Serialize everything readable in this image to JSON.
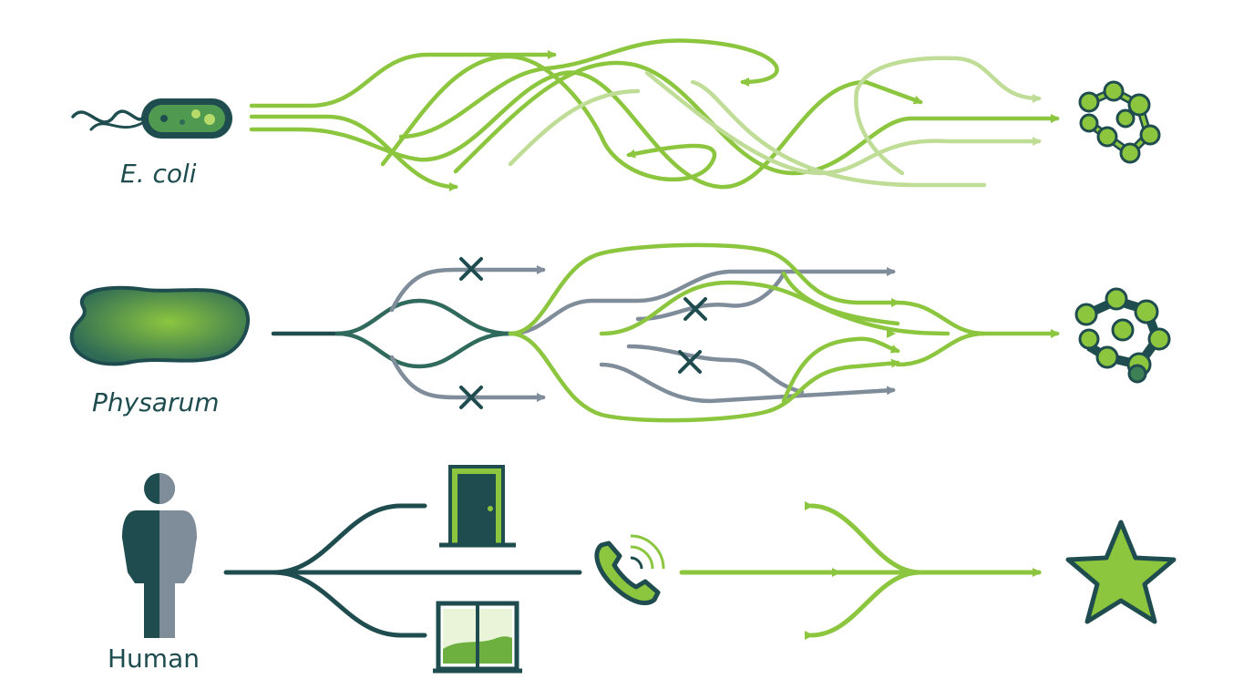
{
  "colors": {
    "dark_teal": "#1f4d4f",
    "mid_green": "#3e7f55",
    "bright_green": "#8cc63f",
    "pale_green": "#b9da8c",
    "gray": "#7f8c99"
  },
  "rows": [
    {
      "organism": "E. coli",
      "organism_icon": "bacterium-icon",
      "pathway": "random tangled paths",
      "target_icon": "molecule-cluster-icon"
    },
    {
      "organism": "Physarum",
      "organism_icon": "slime-mold-icon",
      "pathway": "branching network with pruned (x) branches",
      "target_icon": "molecule-cluster-icon"
    },
    {
      "organism": "Human",
      "organism_icon": "person-icon",
      "options": [
        {
          "name": "door",
          "icon": "door-icon"
        },
        {
          "name": "phone",
          "icon": "phone-icon"
        },
        {
          "name": "window",
          "icon": "window-icon"
        }
      ],
      "target_icon": "star-icon"
    }
  ]
}
